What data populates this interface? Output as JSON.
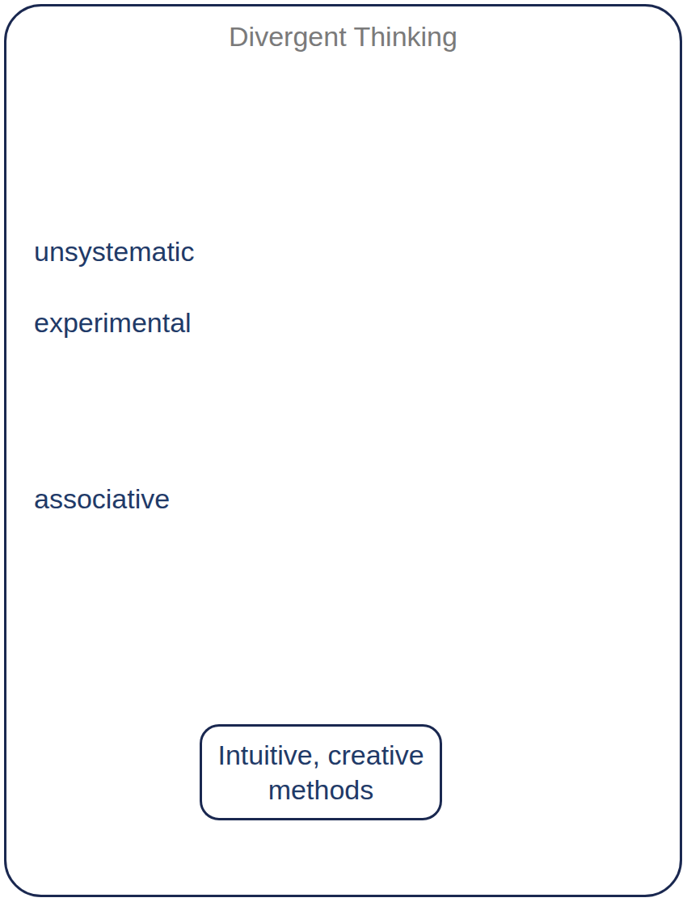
{
  "diagram": {
    "nodes": [
      {
        "text": [
          "Divergent Thinking"
        ]
      },
      {
        "text": [
          "Intuitive, creative methods"
        ],
        "in": 0
      }
    ],
    "labels": [
      "unsystematic",
      "experimental",
      "associative"
    ]
  }
}
